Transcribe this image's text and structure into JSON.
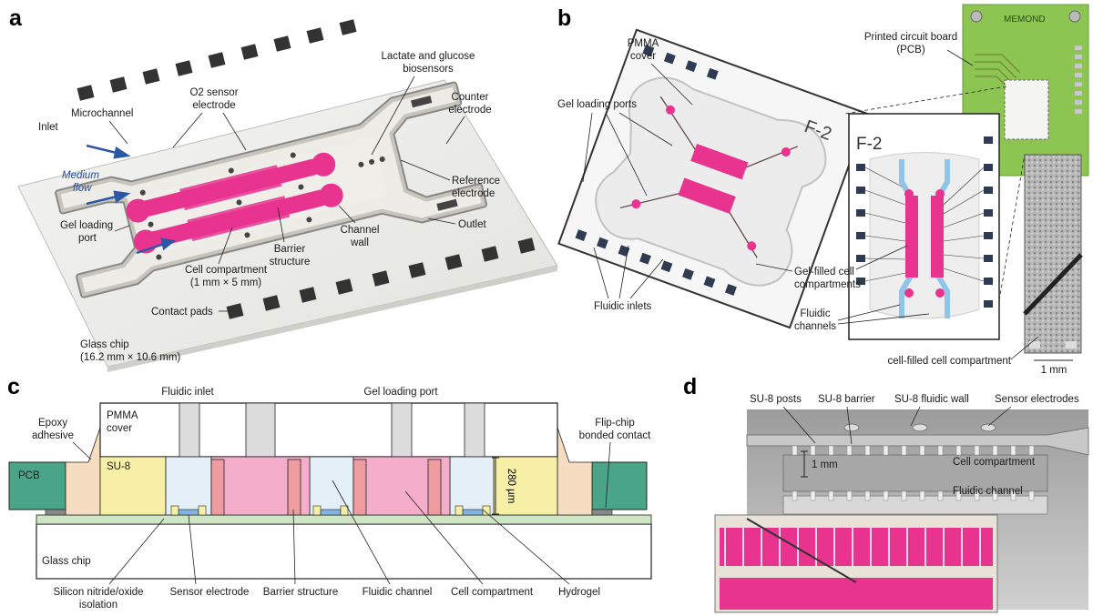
{
  "panels": {
    "a": "a",
    "b": "b",
    "c": "c",
    "d": "d"
  },
  "panel_a": {
    "o2_sensor": "O2 sensor",
    "electrode": "electrode",
    "microchannel": "Microchannel",
    "inlet": "Inlet",
    "medium": "Medium",
    "flow": "flow",
    "gel_loading": "Gel loading",
    "port": "port",
    "lactate": "Lactate and glucose",
    "biosensors": "biosensors",
    "counter": "Counter",
    "counter_electrode": "electrode",
    "reference": "Reference",
    "reference_electrode": "electrode",
    "outlet": "Outlet",
    "barrier": "Barrier",
    "structure": "structure",
    "channel": "Channel",
    "wall": "wall",
    "cell_compartment": "Cell compartment",
    "cell_size": "(1 mm × 5 mm)",
    "contact_pads": "Contact pads",
    "glass_chip": "Glass chip",
    "chip_size": "(16.2 mm × 10.6 mm)"
  },
  "panel_b": {
    "pmma": "PMMA",
    "cover": "cover",
    "gel_ports": "Gel loading ports",
    "fluidic_inlets": "Fluidic inlets",
    "pcb": "Printed circuit board",
    "pcb_abbr": "(PCB)",
    "memono": "MEMOND",
    "f2": "F-2",
    "f2_top": "F-2",
    "gel_filled": "Gel-filled cell",
    "compartments": "compartments",
    "fluidic": "Fluidic",
    "channels": "channels",
    "cell_filled": "cell-filled cell compartment",
    "scale": "1 mm"
  },
  "panel_c": {
    "pcb": "PCB",
    "epoxy": "Epoxy",
    "adhesive": "adhesive",
    "pmma": "PMMA",
    "cover": "cover",
    "su8": "SU-8",
    "fluidic_inlet": "Fluidic inlet",
    "gel_port": "Gel loading port",
    "flip_chip": "Flip-chip",
    "bonded": "bonded contact",
    "height": "280 µm",
    "glass_chip": "Glass chip",
    "silicon": "Silicon nitride/oxide",
    "isolation": "isolation",
    "sensor": "Sensor electrode",
    "barrier": "Barrier structure",
    "fluidic_channel": "Fluidic channel",
    "cell_compartment": "Cell compartment",
    "hydrogel": "Hydrogel"
  },
  "panel_d": {
    "posts": "SU-8 posts",
    "barrier": "SU-8 barrier",
    "wall": "SU-8 fluidic wall",
    "sensors": "Sensor electrodes",
    "scale": "1 mm",
    "cell_compartment": "Cell compartment",
    "fluidic_channel": "Fluidic channel"
  },
  "colors": {
    "magenta": "#e8338f",
    "pink": "#f4aecb",
    "blue": "#2c57a7",
    "light_blue": "#8ec5e8",
    "yellow": "#f7efa6",
    "green": "#4aa588",
    "pcb_green": "#8cc552"
  }
}
